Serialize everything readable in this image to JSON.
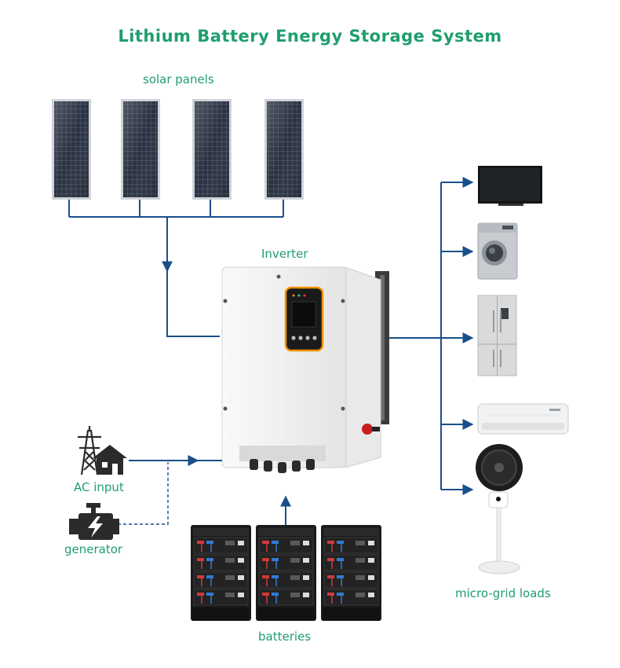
{
  "title": "Lithium Battery Energy Storage System",
  "labels": {
    "solar_panels": "solar panels",
    "inverter": "Inverter",
    "ac_input": "AC input",
    "generator": "generator",
    "batteries": "batteries",
    "micro_grid_loads": "micro-grid loads"
  },
  "colors": {
    "label_green": "#1f9e6e",
    "line_blue": "#1a4f8a",
    "inverter_accent": "#f29100"
  },
  "icons": [
    "solar-panel-icon",
    "inverter-icon",
    "power-tower-house-icon",
    "engine-icon",
    "battery-rack-icon",
    "tv-icon",
    "washing-machine-icon",
    "refrigerator-icon",
    "air-conditioner-icon",
    "fan-icon"
  ]
}
